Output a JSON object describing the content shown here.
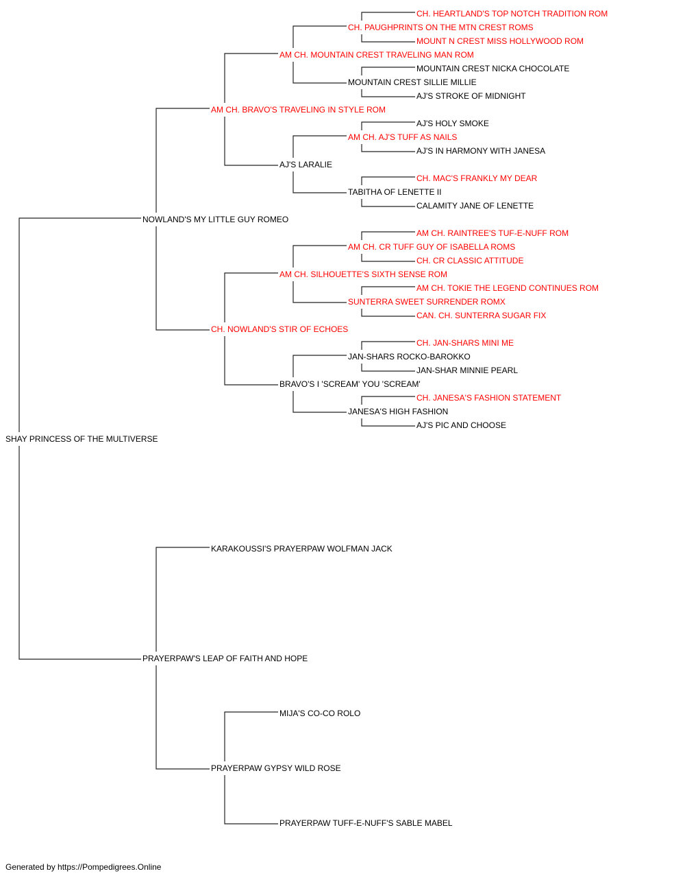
{
  "colors": {
    "titled": "#ff0000",
    "normal": "#000000",
    "line": "#222222"
  },
  "dog": {
    "name": "SHAY PRINCESS OF THE MULTIVERSE",
    "titled": false
  },
  "sire": {
    "name": "NOWLAND'S MY LITTLE GUY ROMEO",
    "titled": false,
    "sire": {
      "name": "AM CH. BRAVO'S TRAVELING IN STYLE ROM",
      "titled": true,
      "sire": {
        "name": "AM CH. MOUNTAIN CREST TRAVELING MAN ROM",
        "titled": true,
        "sire": {
          "name": "CH. PAUGHPRINTS ON THE MTN CREST ROMS",
          "titled": true,
          "sire": {
            "name": "CH. HEARTLAND'S TOP NOTCH TRADITION ROM",
            "titled": true
          },
          "dam": {
            "name": "MOUNT N CREST MISS HOLLYWOOD ROM",
            "titled": true
          }
        },
        "dam": {
          "name": "MOUNTAIN CREST SILLIE MILLIE",
          "titled": false,
          "sire": {
            "name": "MOUNTAIN CREST NICKA CHOCOLATE",
            "titled": false
          },
          "dam": {
            "name": "AJ'S STROKE OF MIDNIGHT",
            "titled": false
          }
        }
      },
      "dam": {
        "name": "AJ'S LARALIE",
        "titled": false,
        "sire": {
          "name": "AM CH. AJ'S TUFF AS NAILS",
          "titled": true,
          "sire": {
            "name": "AJ'S HOLY SMOKE",
            "titled": false
          },
          "dam": {
            "name": "AJ'S IN HARMONY WITH JANESA",
            "titled": false
          }
        },
        "dam": {
          "name": "TABITHA OF LENETTE II",
          "titled": false,
          "sire": {
            "name": "CH. MAC'S FRANKLY MY DEAR",
            "titled": true
          },
          "dam": {
            "name": "CALAMITY JANE OF LENETTE",
            "titled": false
          }
        }
      }
    },
    "dam": {
      "name": "CH. NOWLAND'S STIR OF ECHOES",
      "titled": true,
      "sire": {
        "name": "AM CH. SILHOUETTE'S SIXTH SENSE ROM",
        "titled": true,
        "sire": {
          "name": "AM CH. CR TUFF GUY OF ISABELLA ROMS",
          "titled": true,
          "sire": {
            "name": "AM CH. RAINTREE'S TUF-E-NUFF ROM",
            "titled": true
          },
          "dam": {
            "name": "CH. CR CLASSIC ATTITUDE",
            "titled": true
          }
        },
        "dam": {
          "name": "SUNTERRA SWEET SURRENDER ROMX",
          "titled": true,
          "sire": {
            "name": "AM CH. TOKIE THE LEGEND CONTINUES ROM",
            "titled": true
          },
          "dam": {
            "name": "CAN. CH. SUNTERRA SUGAR FIX",
            "titled": true
          }
        }
      },
      "dam": {
        "name": "BRAVO'S I 'SCREAM' YOU 'SCREAM'",
        "titled": false,
        "sire": {
          "name": "JAN-SHARS ROCKO-BAROKKO",
          "titled": false,
          "sire": {
            "name": "CH. JAN-SHARS MINI ME",
            "titled": true
          },
          "dam": {
            "name": "JAN-SHAR MINNIE PEARL",
            "titled": false
          }
        },
        "dam": {
          "name": "JANESA'S HIGH FASHION",
          "titled": false,
          "sire": {
            "name": "CH. JANESA'S FASHION STATEMENT",
            "titled": true
          },
          "dam": {
            "name": "AJ'S PIC AND CHOOSE",
            "titled": false
          }
        }
      }
    }
  },
  "dam": {
    "name": "PRAYERPAW'S LEAP OF FAITH AND HOPE",
    "titled": false,
    "sire": {
      "name": "KARAKOUSSI'S PRAYERPAW WOLFMAN JACK",
      "titled": false
    },
    "dam": {
      "name": "PRAYERPAW GYPSY WILD ROSE",
      "titled": false,
      "sire": {
        "name": "MIJA'S CO-CO ROLO",
        "titled": false
      },
      "dam": {
        "name": "PRAYERPAW TUFF-E-NUFF'S SABLE MABEL",
        "titled": false
      }
    }
  },
  "footer": {
    "text": "Generated by https://Pompedigrees.Online"
  }
}
